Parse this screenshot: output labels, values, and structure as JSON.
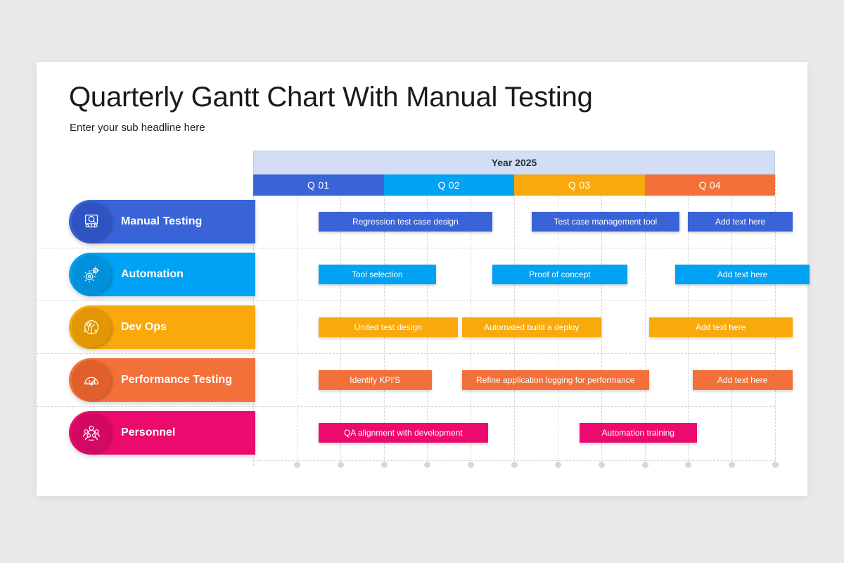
{
  "slide": {
    "title": "Quarterly Gantt Chart With Manual Testing",
    "subtitle": "Enter your sub headline here"
  },
  "chart_data": {
    "type": "bar",
    "subtype": "gantt",
    "title": "Quarterly Gantt Chart With Manual Testing",
    "subtitle": "Enter your sub headline here",
    "timeline_label": "Year 2025",
    "xlabel": "",
    "ylabel": "",
    "grid": true,
    "legend": "none",
    "x_axis": {
      "unit": "month",
      "divisions": 12,
      "range": [
        0,
        12
      ],
      "gridlines": 12
    },
    "quarters": [
      {
        "label": "Q 01",
        "color": "#3a63d8",
        "start": 0,
        "end": 3
      },
      {
        "label": "Q 02",
        "color": "#00a2f3",
        "start": 3,
        "end": 6
      },
      {
        "label": "Q 03",
        "color": "#f9a90b",
        "start": 6,
        "end": 9
      },
      {
        "label": "Q 04",
        "color": "#f4703a",
        "start": 9,
        "end": 12
      }
    ],
    "categories": [
      "Manual Testing",
      "Automation",
      "Dev Ops",
      "Performance Testing",
      "Personnel"
    ],
    "rows": [
      {
        "label": "Manual Testing",
        "color": "#3a63d8",
        "badge_color": "#2f53c0",
        "icon": "magnifier-testing-icon",
        "tasks": [
          {
            "text": "Regression test case design",
            "start": 1.5,
            "end": 5.5
          },
          {
            "text": "Test case management tool",
            "start": 6.4,
            "end": 9.8
          },
          {
            "text": "Add text here",
            "start": 10.0,
            "end": 12.4
          }
        ]
      },
      {
        "label": "Automation",
        "color": "#00a2f3",
        "badge_color": "#0190da",
        "icon": "gears-automation-icon",
        "tasks": [
          {
            "text": "Tool selection",
            "start": 1.5,
            "end": 4.2
          },
          {
            "text": "Proof of concept",
            "start": 5.5,
            "end": 8.6
          },
          {
            "text": "Add text here",
            "start": 9.7,
            "end": 12.8
          }
        ]
      },
      {
        "label": "Dev Ops",
        "color": "#f9a90b",
        "badge_color": "#e09605",
        "icon": "devops-gear-icon",
        "tasks": [
          {
            "text": "United test design",
            "start": 1.5,
            "end": 4.7
          },
          {
            "text": "Automated build a deploy",
            "start": 4.8,
            "end": 8.0
          },
          {
            "text": "Add text here",
            "start": 9.1,
            "end": 12.4
          }
        ]
      },
      {
        "label": "Performance Testing",
        "color": "#f4703a",
        "badge_color": "#e05f2b",
        "icon": "performance-meter-icon",
        "tasks": [
          {
            "text": "Identify KPI'S",
            "start": 1.5,
            "end": 4.1
          },
          {
            "text": "Refine application logging for performance",
            "start": 4.8,
            "end": 9.1
          },
          {
            "text": "Add text here",
            "start": 10.1,
            "end": 12.4
          }
        ]
      },
      {
        "label": "Personnel",
        "color": "#ed0a6e",
        "badge_color": "#d30862",
        "icon": "people-group-icon",
        "tasks": [
          {
            "text": "QA alignment with development",
            "start": 1.5,
            "end": 5.4
          },
          {
            "text": "Automation training",
            "start": 7.5,
            "end": 10.2
          }
        ]
      }
    ]
  }
}
